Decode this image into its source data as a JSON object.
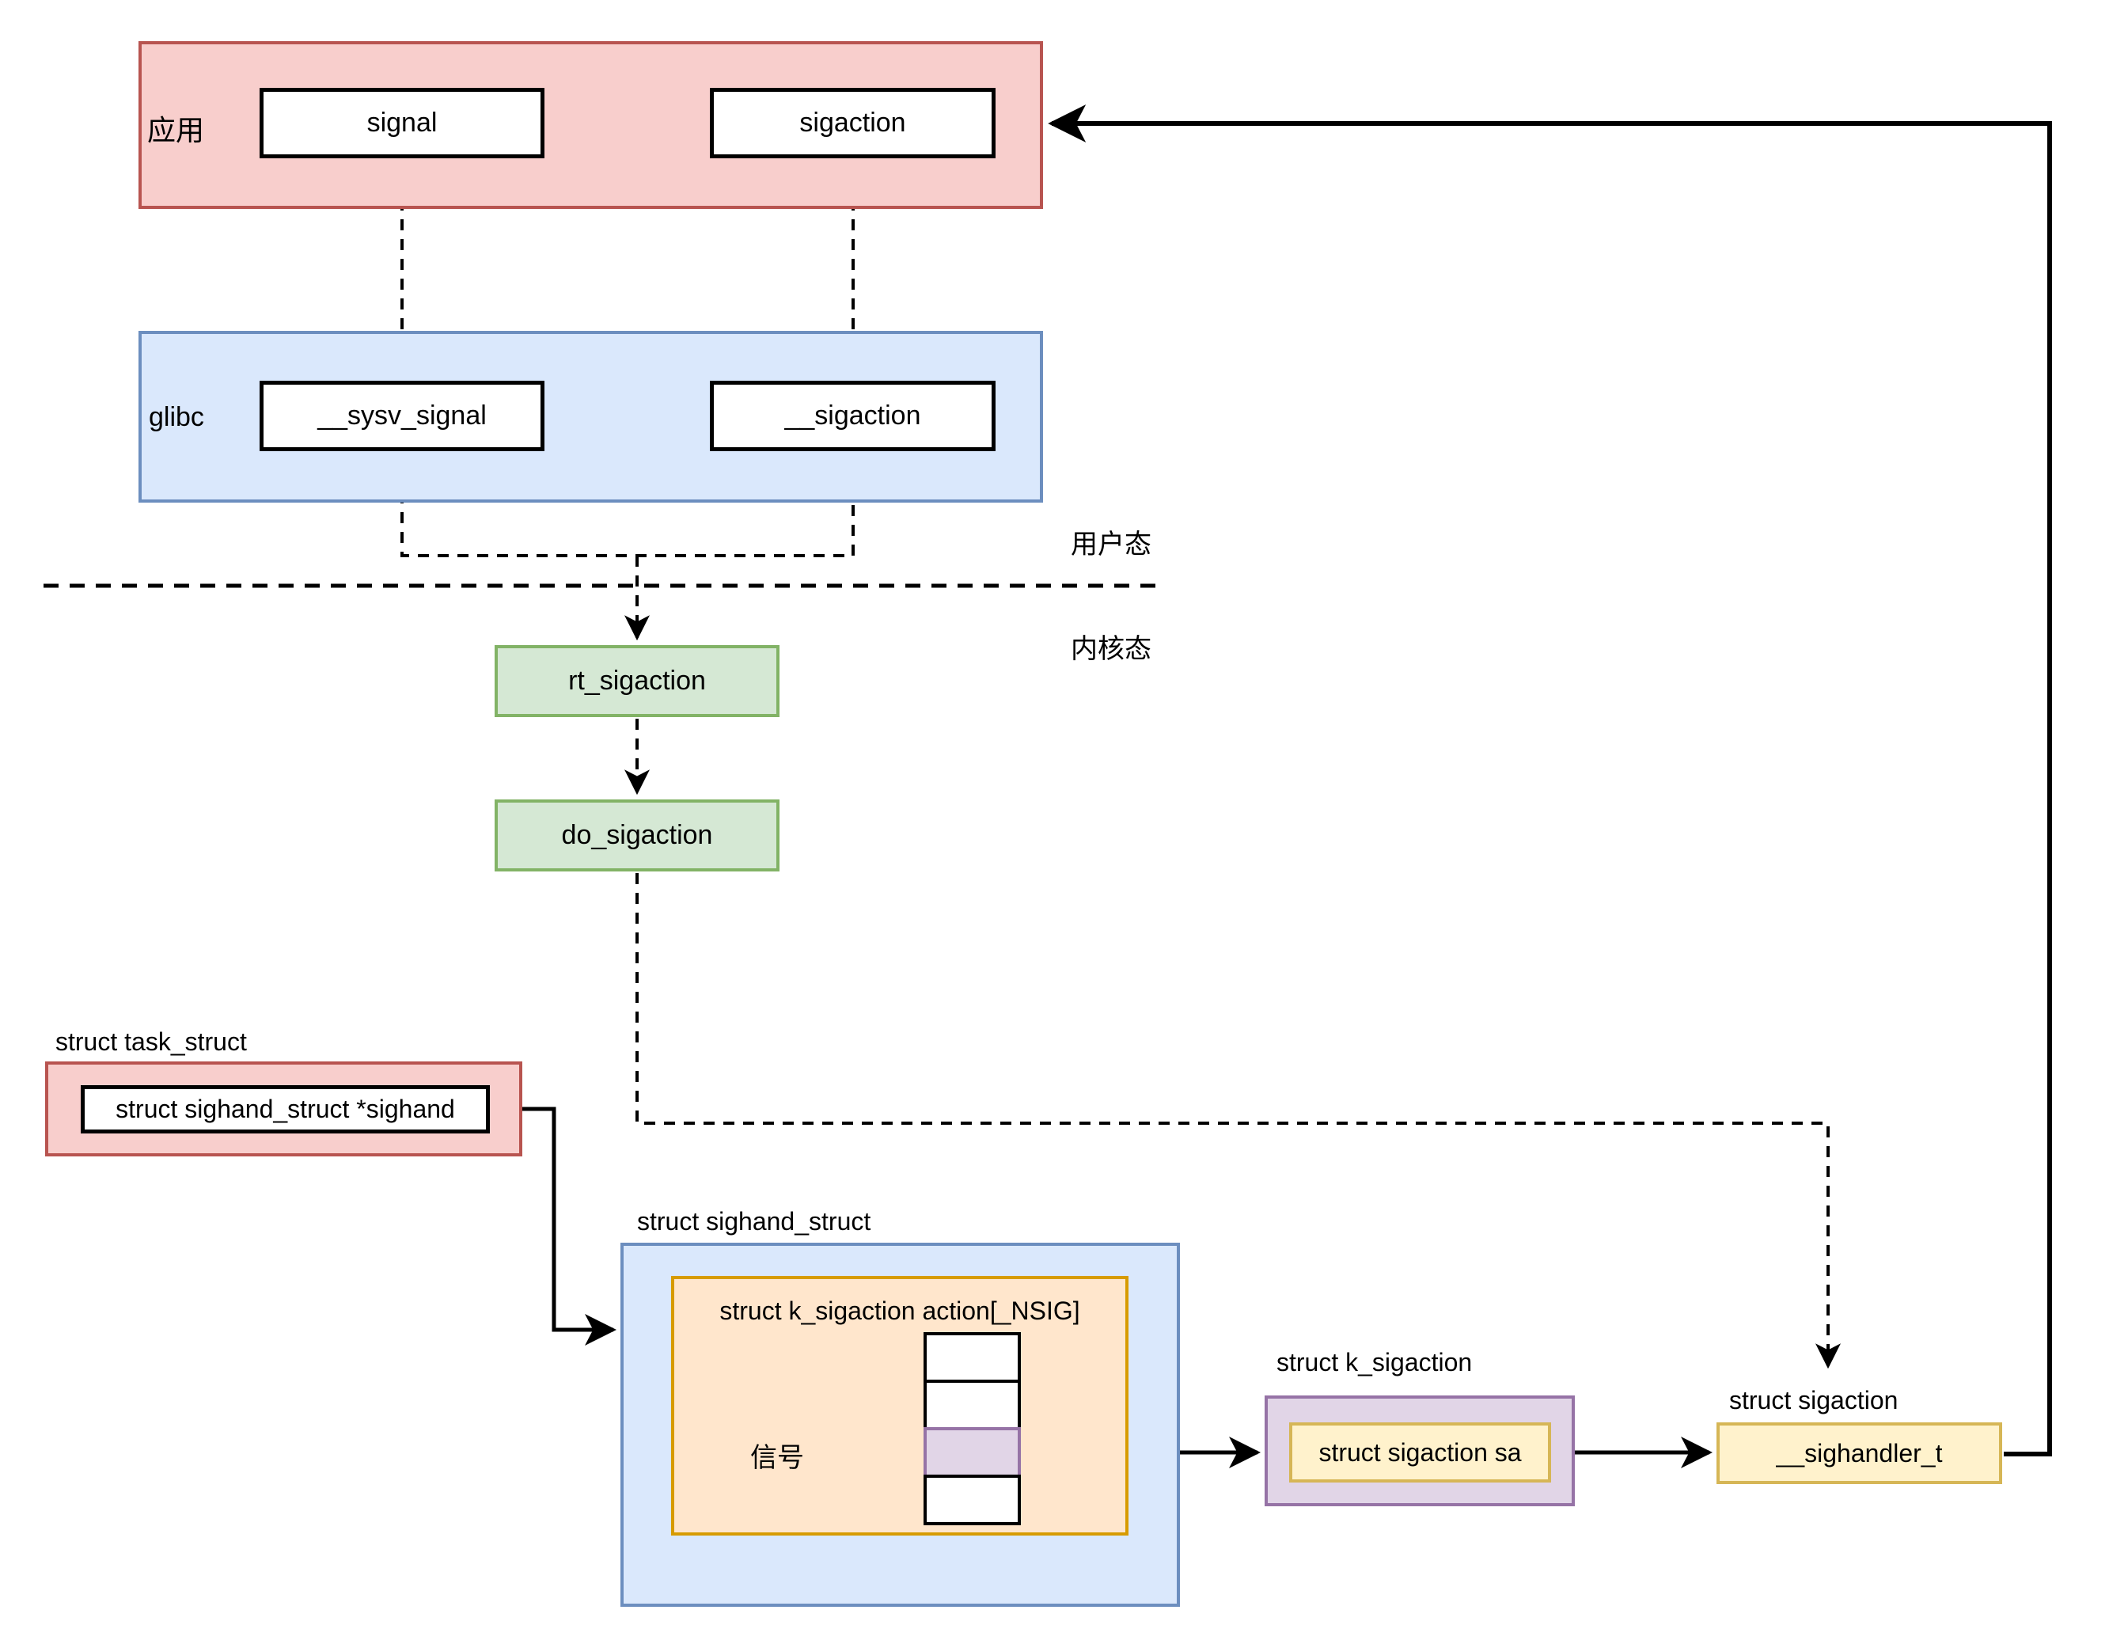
{
  "palette": {
    "red_fill": "#f8cecc",
    "red_stroke": "#b85450",
    "blue_fill": "#dae8fc",
    "blue_stroke": "#6c8ebf",
    "green_fill": "#d5e8d4",
    "green_stroke": "#82b366",
    "orange_fill": "#ffe6cc",
    "orange_stroke": "#d79b00",
    "purple_fill": "#e1d5e7",
    "purple_stroke": "#9673a6",
    "yellow_fill": "#fff2cc",
    "yellow_stroke": "#d6b656",
    "line": "#000000"
  },
  "app_layer": {
    "label": "应用",
    "signal": "signal",
    "sigaction": "sigaction"
  },
  "glibc_layer": {
    "label": "glibc",
    "sysv_signal": "__sysv_signal",
    "sigaction": "__sigaction"
  },
  "modes": {
    "user": "用户态",
    "kernel": "内核态"
  },
  "kernel_funcs": {
    "rt_sigaction": "rt_sigaction",
    "do_sigaction": "do_sigaction"
  },
  "task_struct": {
    "title": "struct task_struct",
    "field": "struct sighand_struct *sighand"
  },
  "sighand_struct": {
    "title": "struct sighand_struct",
    "array_title": "struct k_sigaction action[_NSIG]",
    "signal_label": "信号"
  },
  "k_sigaction": {
    "title": "struct k_sigaction",
    "field": "struct sigaction sa"
  },
  "sigaction_struct": {
    "title": "struct sigaction",
    "field": "__sighandler_t"
  }
}
